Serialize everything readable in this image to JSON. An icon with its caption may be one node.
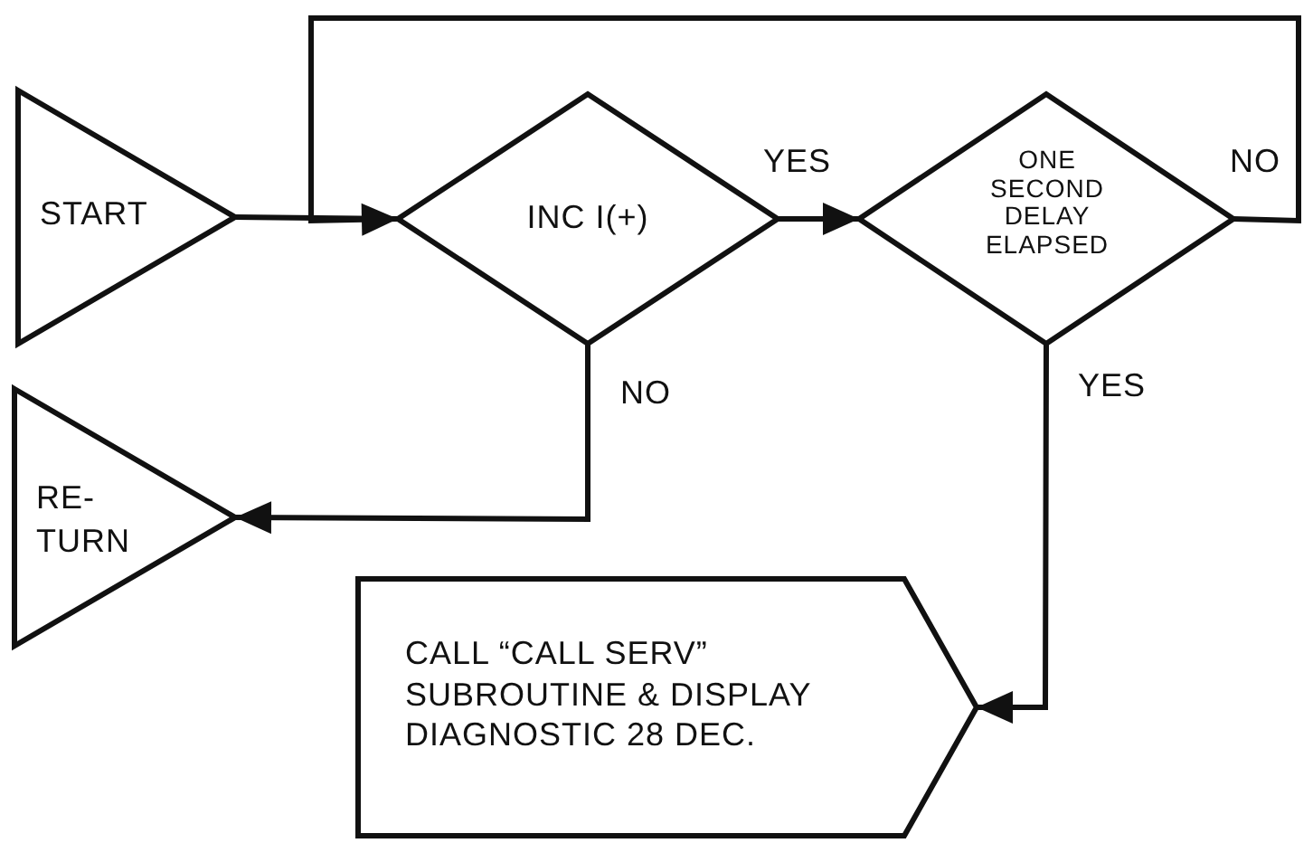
{
  "diagram": {
    "nodes": [
      {
        "text": [
          "START"
        ]
      },
      {
        "text": [
          "INC I(+)"
        ]
      },
      {
        "text": [
          "ONE SECOND DELAY ELAPSED"
        ]
      },
      {
        "text": [
          "RE- TURN"
        ]
      },
      {
        "text": [
          "CALL “CALL SERV” SUBROUTINE & DISPLAY DIAGNOSTIC 28 DEC."
        ]
      }
    ],
    "edges": [
      {
        "from": 0,
        "to": 1,
        "arrow": "none"
      },
      {
        "from": 1,
        "to": 2,
        "arrow": "to",
        "label": "YES"
      },
      {
        "from": 2,
        "to": 1,
        "arrow": "to",
        "label": "NO"
      },
      {
        "from": 1,
        "to": 3,
        "arrow": "to",
        "label": "NO"
      },
      {
        "from": 2,
        "to": 4,
        "arrow": "to",
        "label": "YES"
      }
    ]
  }
}
